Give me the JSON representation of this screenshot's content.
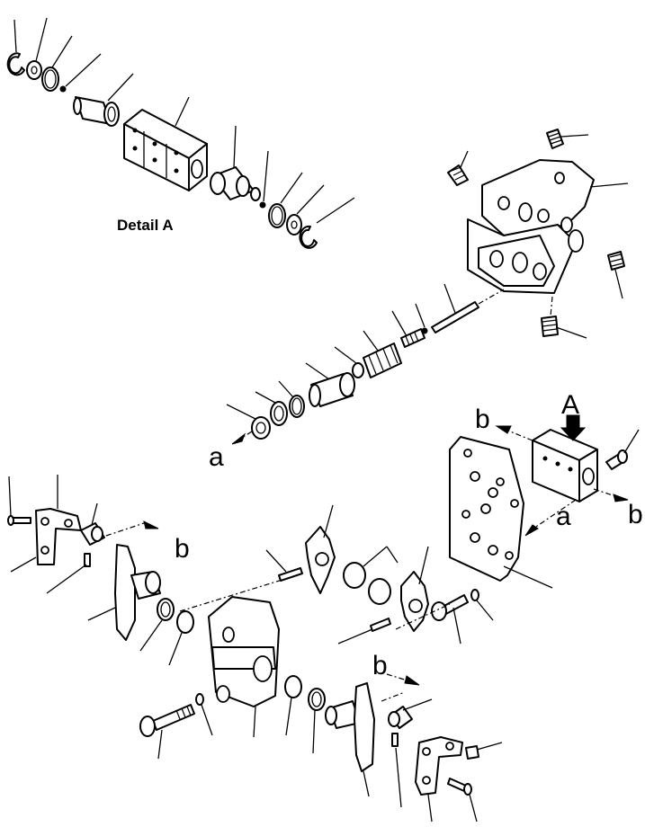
{
  "detail_label": "Detail  A",
  "callouts": {
    "view_a": "A",
    "ref_a_1": "a",
    "ref_a_2": "a",
    "ref_b_1": "b",
    "ref_b_2": "b",
    "ref_b_3": "b",
    "ref_b_4": "b"
  }
}
